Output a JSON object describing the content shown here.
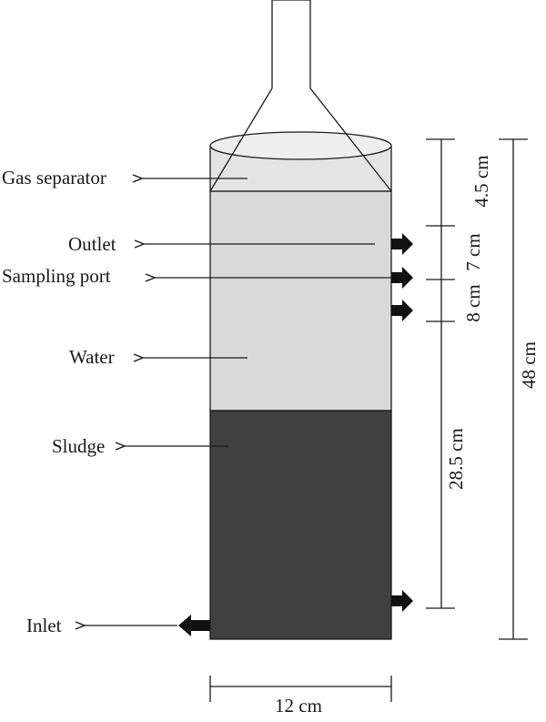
{
  "labels": {
    "gas_separator": "Gas separator",
    "outlet": "Outlet",
    "sampling_port": "Sampling port",
    "water": "Water",
    "sludge": "Sludge",
    "inlet": "Inlet"
  },
  "dimensions": {
    "gas_separator_height": "4.5 cm",
    "outlet_section": "7 cm",
    "sampling_section": "8 cm",
    "sludge_section": "28.5 cm",
    "total_height": "48 cm",
    "width": "12 cm"
  },
  "colors": {
    "water": "#d9d9d9",
    "sludge": "#404040",
    "gas_separator": "#e4e4e4",
    "line": "#1a1a1a"
  }
}
